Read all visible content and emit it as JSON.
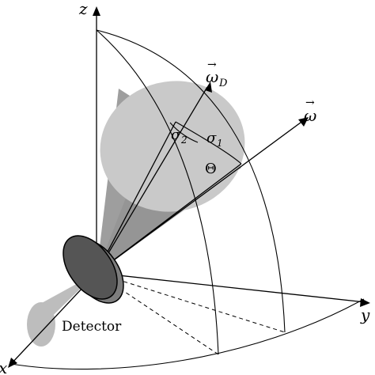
{
  "labels": {
    "z_axis": "z",
    "y_axis": "y",
    "x_axis": "x",
    "omega_D": "ω",
    "omega_D_sub": "D",
    "omega": "ω",
    "sigma1": "σ",
    "sigma1_sub": "1",
    "sigma2": "σ",
    "sigma2_sub": "2",
    "theta": "Θ",
    "detector": "Detector",
    "vec_arrow": "→"
  },
  "colors": {
    "cone_light": "#c8c8c8",
    "cone_mid": "#9a9a9a",
    "cone_dark": "#6f6f6f",
    "detector_face": "#555555",
    "detector_rim": "#8a8a8a",
    "line": "#000000"
  }
}
